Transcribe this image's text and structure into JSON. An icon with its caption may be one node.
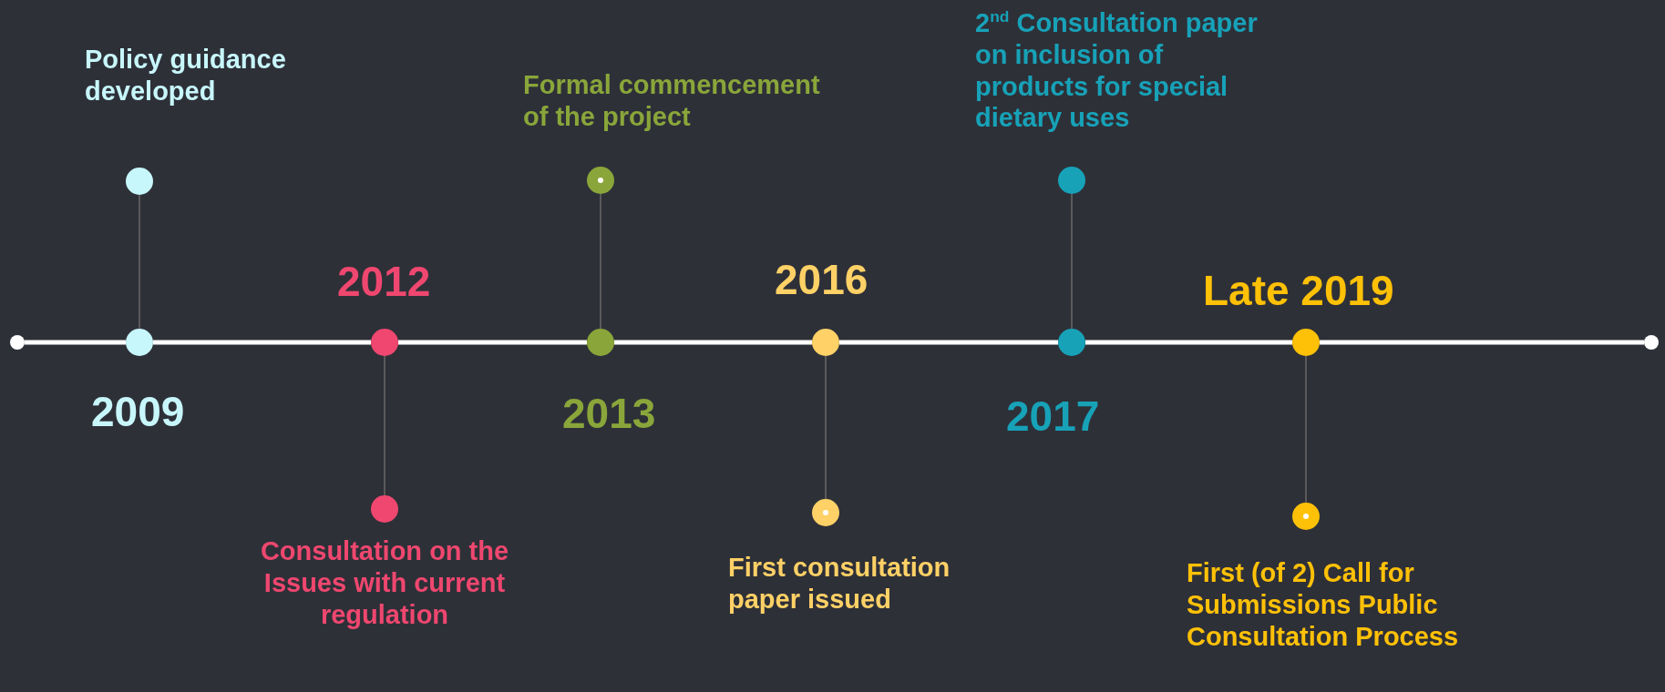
{
  "diagram": {
    "nodes": [
      {
        "text": [],
        "shape": "circle"
      },
      {
        "text": [],
        "shape": "circle",
        "beside": [
          "2009"
        ]
      },
      {
        "text": [],
        "shape": "circle",
        "beside": [
          "Policy guidance developed"
        ]
      },
      {
        "text": [],
        "shape": "circle",
        "beside": [
          "2012"
        ]
      },
      {
        "text": [],
        "shape": "circle",
        "beside": [
          "Consultation on the Issues with current regulation"
        ]
      },
      {
        "text": [],
        "shape": "circle",
        "beside": [
          "2013"
        ]
      },
      {
        "text": [],
        "shape": "circle",
        "beside": [
          "Formal commencement of the project"
        ]
      },
      {
        "text": [],
        "shape": "circle",
        "beside": [
          "2016"
        ]
      },
      {
        "text": [],
        "shape": "circle",
        "beside": [
          "First consultation paper issued"
        ]
      },
      {
        "text": [],
        "shape": "circle",
        "beside": [
          "2017"
        ]
      },
      {
        "text": [],
        "shape": "circle",
        "beside": [
          "2$^{nd}$ Consultation paper on inclusion of products for special dietary uses"
        ]
      },
      {
        "text": [],
        "shape": "circle",
        "beside": [
          "Late 2019"
        ]
      },
      {
        "text": [],
        "shape": "circle",
        "beside": [
          "First (of 2) Call for Submissions Public Consultation Process"
        ]
      },
      {
        "text": [],
        "shape": "circle"
      }
    ],
    "edges": [
      {
        "from": 0,
        "to": 1,
        "arrow": "none"
      },
      {
        "from": 1,
        "to": 3,
        "arrow": "none"
      },
      {
        "from": 3,
        "to": 5,
        "arrow": "none"
      },
      {
        "from": 5,
        "to": 7,
        "arrow": "none"
      },
      {
        "from": 7,
        "to": 9,
        "arrow": "none"
      },
      {
        "from": 9,
        "to": 11,
        "arrow": "none"
      },
      {
        "from": 11,
        "to": 13,
        "arrow": "none"
      },
      {
        "from": 1,
        "to": 2,
        "arrow": "none",
        "color": "#5a5a5a"
      },
      {
        "from": 3,
        "to": 4,
        "arrow": "none",
        "color": "#5a5a5a"
      },
      {
        "from": 5,
        "to": 6,
        "arrow": "none",
        "color": "#5a5a5a"
      },
      {
        "from": 7,
        "to": 8,
        "arrow": "none",
        "color": "#5a5a5a"
      },
      {
        "from": 9,
        "to": 10,
        "arrow": "none",
        "color": "#5a5a5a"
      },
      {
        "from": 11,
        "to": 12,
        "arrow": "none",
        "color": "#5a5a5a"
      }
    ]
  }
}
